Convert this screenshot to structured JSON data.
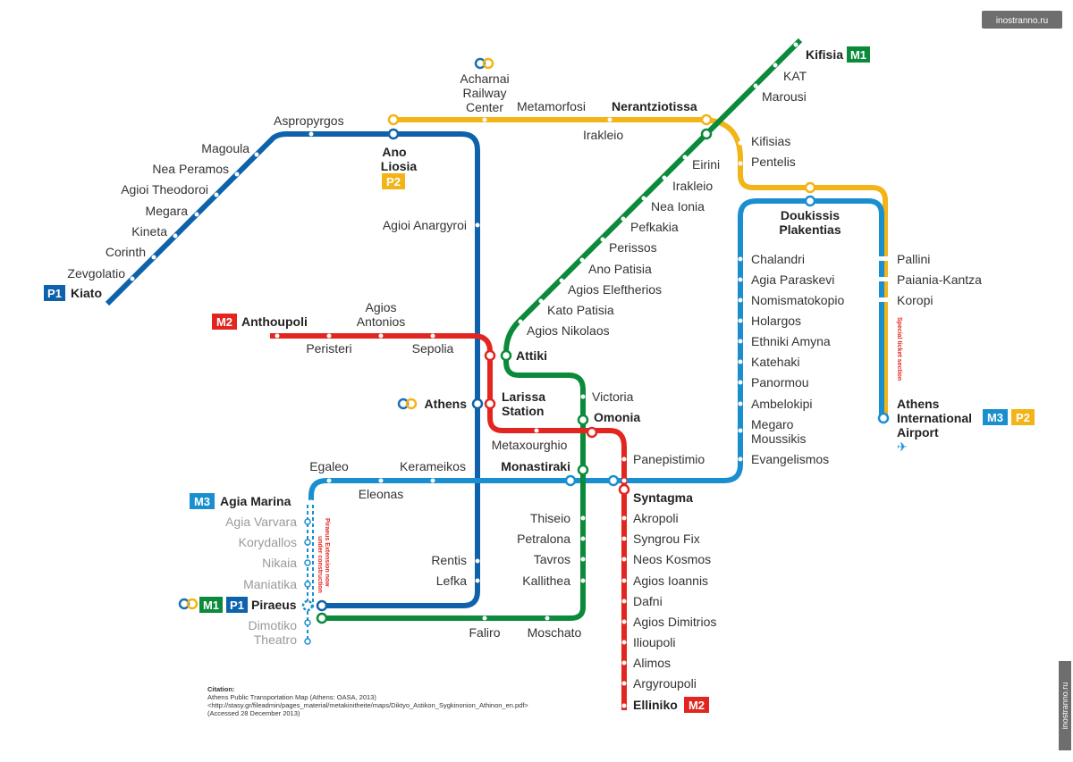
{
  "watermark": "inostranno.ru",
  "colors": {
    "m1": "#0a8a3a",
    "m2": "#e2261f",
    "m3": "#1a8fcf",
    "p1": "#0e62ab",
    "p2": "#f2b417",
    "ose_blue": "#1a6fb5",
    "ose_orange": "#f2b417"
  },
  "badges": {
    "m1": "M1",
    "m2": "M2",
    "m3": "M3",
    "p1": "P1",
    "p2": "P2"
  },
  "stations": {
    "kifisia": "Kifisia",
    "kat": "KAT",
    "marousi": "Marousi",
    "nerantziotissa": "Nerantziotissa",
    "irakleio_p2": "Irakleio",
    "metamorfosi": "Metamorfosi",
    "acharnai_1": "Acharnai",
    "acharnai_2": "Railway",
    "acharnai_3": "Center",
    "aspropyrgos": "Aspropyrgos",
    "magoula": "Magoula",
    "nea_peramos": "Nea Peramos",
    "agioi_theodoroi": "Agioi Theodoroi",
    "megara": "Megara",
    "kineta": "Kineta",
    "corinth": "Corinth",
    "zevgolatio": "Zevgolatio",
    "kiato": "Kiato",
    "ano_liosia_1": "Ano",
    "ano_liosia_2": "Liosia",
    "agioi_anargyroi": "Agioi Anargyroi",
    "kifisias": "Kifisias",
    "pentelis": "Pentelis",
    "eirini": "Eirini",
    "irakleio_m1": "Irakleio",
    "nea_ionia": "Nea Ionia",
    "pefkakia": "Pefkakia",
    "perissos": "Perissos",
    "ano_patisia": "Ano Patisia",
    "agios_eleftherios": "Agios Eleftherios",
    "kato_patisia": "Kato Patisia",
    "agios_nikolaos": "Agios Nikolaos",
    "attiki": "Attiki",
    "victoria": "Victoria",
    "omonia": "Omonia",
    "doukissis_1": "Doukissis",
    "doukissis_2": "Plakentias",
    "chalandri": "Chalandri",
    "agia_paraskevi": "Agia Paraskevi",
    "nomismatokopio": "Nomismatokopio",
    "holargos": "Holargos",
    "ethniki_amyna": "Ethniki Amyna",
    "katehaki": "Katehaki",
    "panormou": "Panormou",
    "ambelokipi": "Ambelokipi",
    "megaro_1": "Megaro",
    "megaro_2": "Moussikis",
    "evangelismos": "Evangelismos",
    "pallini": "Pallini",
    "paiania": "Paiania-Kantza",
    "koropi": "Koropi",
    "airport_1": "Athens",
    "airport_2": "International",
    "airport_3": "Airport",
    "special_ticket": "Special ticket section",
    "anthoupoli": "Anthoupoli",
    "agios_antonios_1": "Agios",
    "agios_antonios_2": "Antonios",
    "peristeri": "Peristeri",
    "sepolia": "Sepolia",
    "athens": "Athens",
    "larissa_1": "Larissa",
    "larissa_2": "Station",
    "metaxourghio": "Metaxourghio",
    "egaleo": "Egaleo",
    "eleonas": "Eleonas",
    "kerameikos": "Kerameikos",
    "monastiraki": "Monastiraki",
    "panepistimio": "Panepistimio",
    "syntagma": "Syntagma",
    "agia_marina": "Agia Marina",
    "agia_varvara": "Agia Varvara",
    "korydallos": "Korydallos",
    "nikaia": "Nikaia",
    "maniatika": "Maniatika",
    "piraeus": "Piraeus",
    "dimotiko_1": "Dimotiko",
    "dimotiko_2": "Theatro",
    "piraeus_ext_1": "Piraeus Extension now",
    "piraeus_ext_2": "under construction",
    "rentis": "Rentis",
    "lefka": "Lefka",
    "thiseio": "Thiseio",
    "petralona": "Petralona",
    "tavros": "Tavros",
    "kallithea": "Kallithea",
    "faliro": "Faliro",
    "moschato": "Moschato",
    "akropoli": "Akropoli",
    "syngrou_fix": "Syngrou Fix",
    "neos_kosmos": "Neos Kosmos",
    "agios_ioannis": "Agios Ioannis",
    "dafni": "Dafni",
    "agios_dimitrios": "Agios Dimitrios",
    "ilioupoli": "Ilioupoli",
    "alimos": "Alimos",
    "argyroupoli": "Argyroupoli",
    "elliniko": "Elliniko"
  },
  "citation": {
    "heading": "Citation:",
    "line1": "Athens Public Transportation Map (Athens: OASA, 2013)",
    "line2": "<http://stasy.gr/fileadmin/pages_material/metakinitheite/maps/Diktyo_Astikon_Sygkinonion_Athinon_en.pdf>",
    "line3": "(Accessed 28 December 2013)"
  }
}
